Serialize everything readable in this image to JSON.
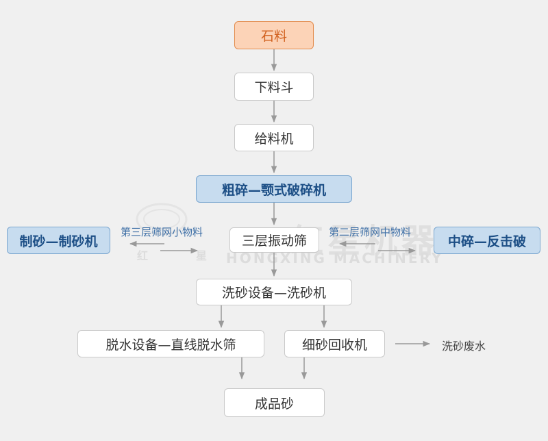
{
  "watermark": {
    "logo_chars": [
      "红",
      "星"
    ],
    "brand_cn": "红星机器",
    "brand_en": "HONGXING MACHINERY"
  },
  "nodes": {
    "stone": "石料",
    "hopper": "下料斗",
    "feeder": "给料机",
    "coarse": "粗碎—颚式破碎机",
    "screen": "三层振动筛",
    "sand_making": "制砂—制砂机",
    "medium": "中碎—反击破",
    "washer": "洗砂设备—洗砂机",
    "dewater": "脱水设备—直线脱水筛",
    "recovery": "细砂回收机",
    "product": "成品砂"
  },
  "edge_labels": {
    "layer3": "第三层筛网小物料",
    "layer2": "第二层筛网中物料",
    "waste": "洗砂废水"
  },
  "colors": {
    "start_fill": "#fcd3b7",
    "highlight_fill": "#c7dcef",
    "arrow": "#999999"
  }
}
